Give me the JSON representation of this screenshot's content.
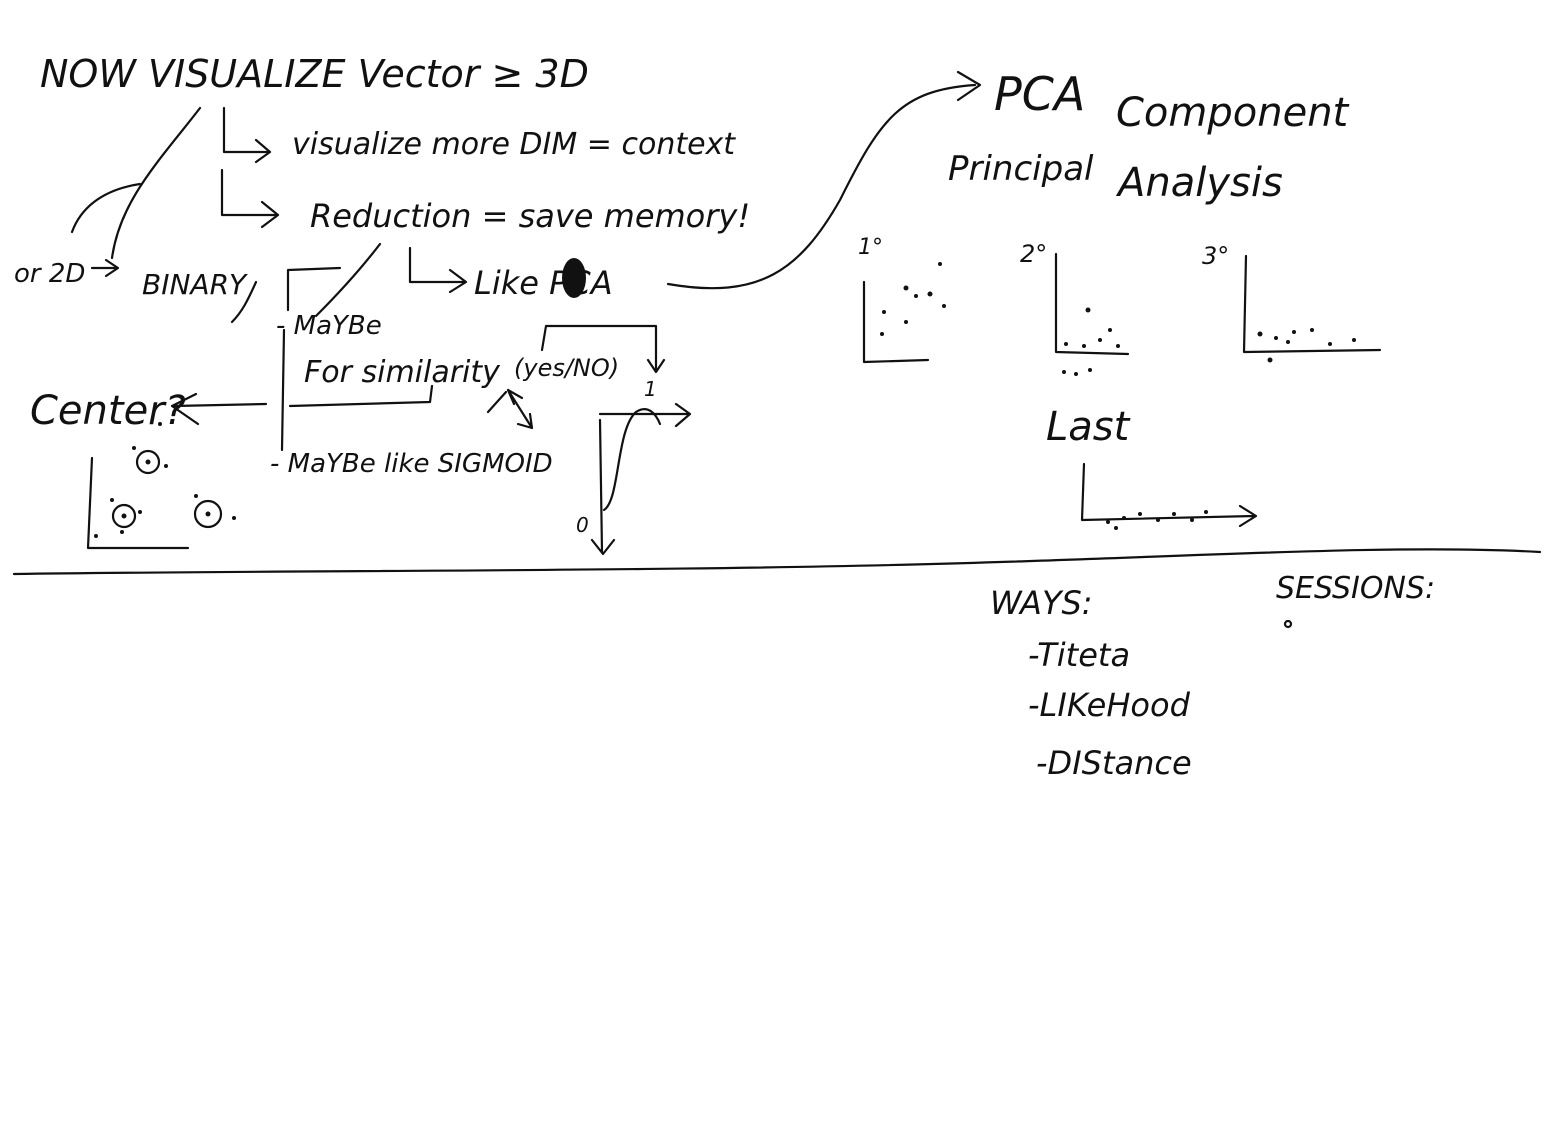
{
  "title": "NOW VISUALIZE Vector ≥ 3D",
  "branches": {
    "visualize_more": "visualize more DIM = context",
    "reduction": "Reduction = save memory!",
    "like_pca": "Like PCA"
  },
  "left": {
    "or_2d": "or 2D",
    "binary": "BINARY",
    "maybe": "- MaYBe",
    "for_similarity": "For similarity",
    "yes_no": "(yes/NO)",
    "maybe_sigmoid": "- MaYBe like SIGMOID",
    "center": "Center?"
  },
  "sigmoid": {
    "one": "1",
    "zero": "0"
  },
  "pca": {
    "pca_label": "PCA",
    "component": "Component",
    "principal": "Principal",
    "analysis": "Analysis",
    "plot_labels": [
      "1°",
      "2°",
      "3°"
    ],
    "last": "Last"
  },
  "bottom": {
    "ways_title": "WAYS:",
    "ways": [
      "-Titeta",
      "-LIKeHood",
      "-DIStance"
    ],
    "sessions_title": "SESSIONS:"
  },
  "colors": {
    "ink": "#111111",
    "paper": "#ffffff"
  }
}
